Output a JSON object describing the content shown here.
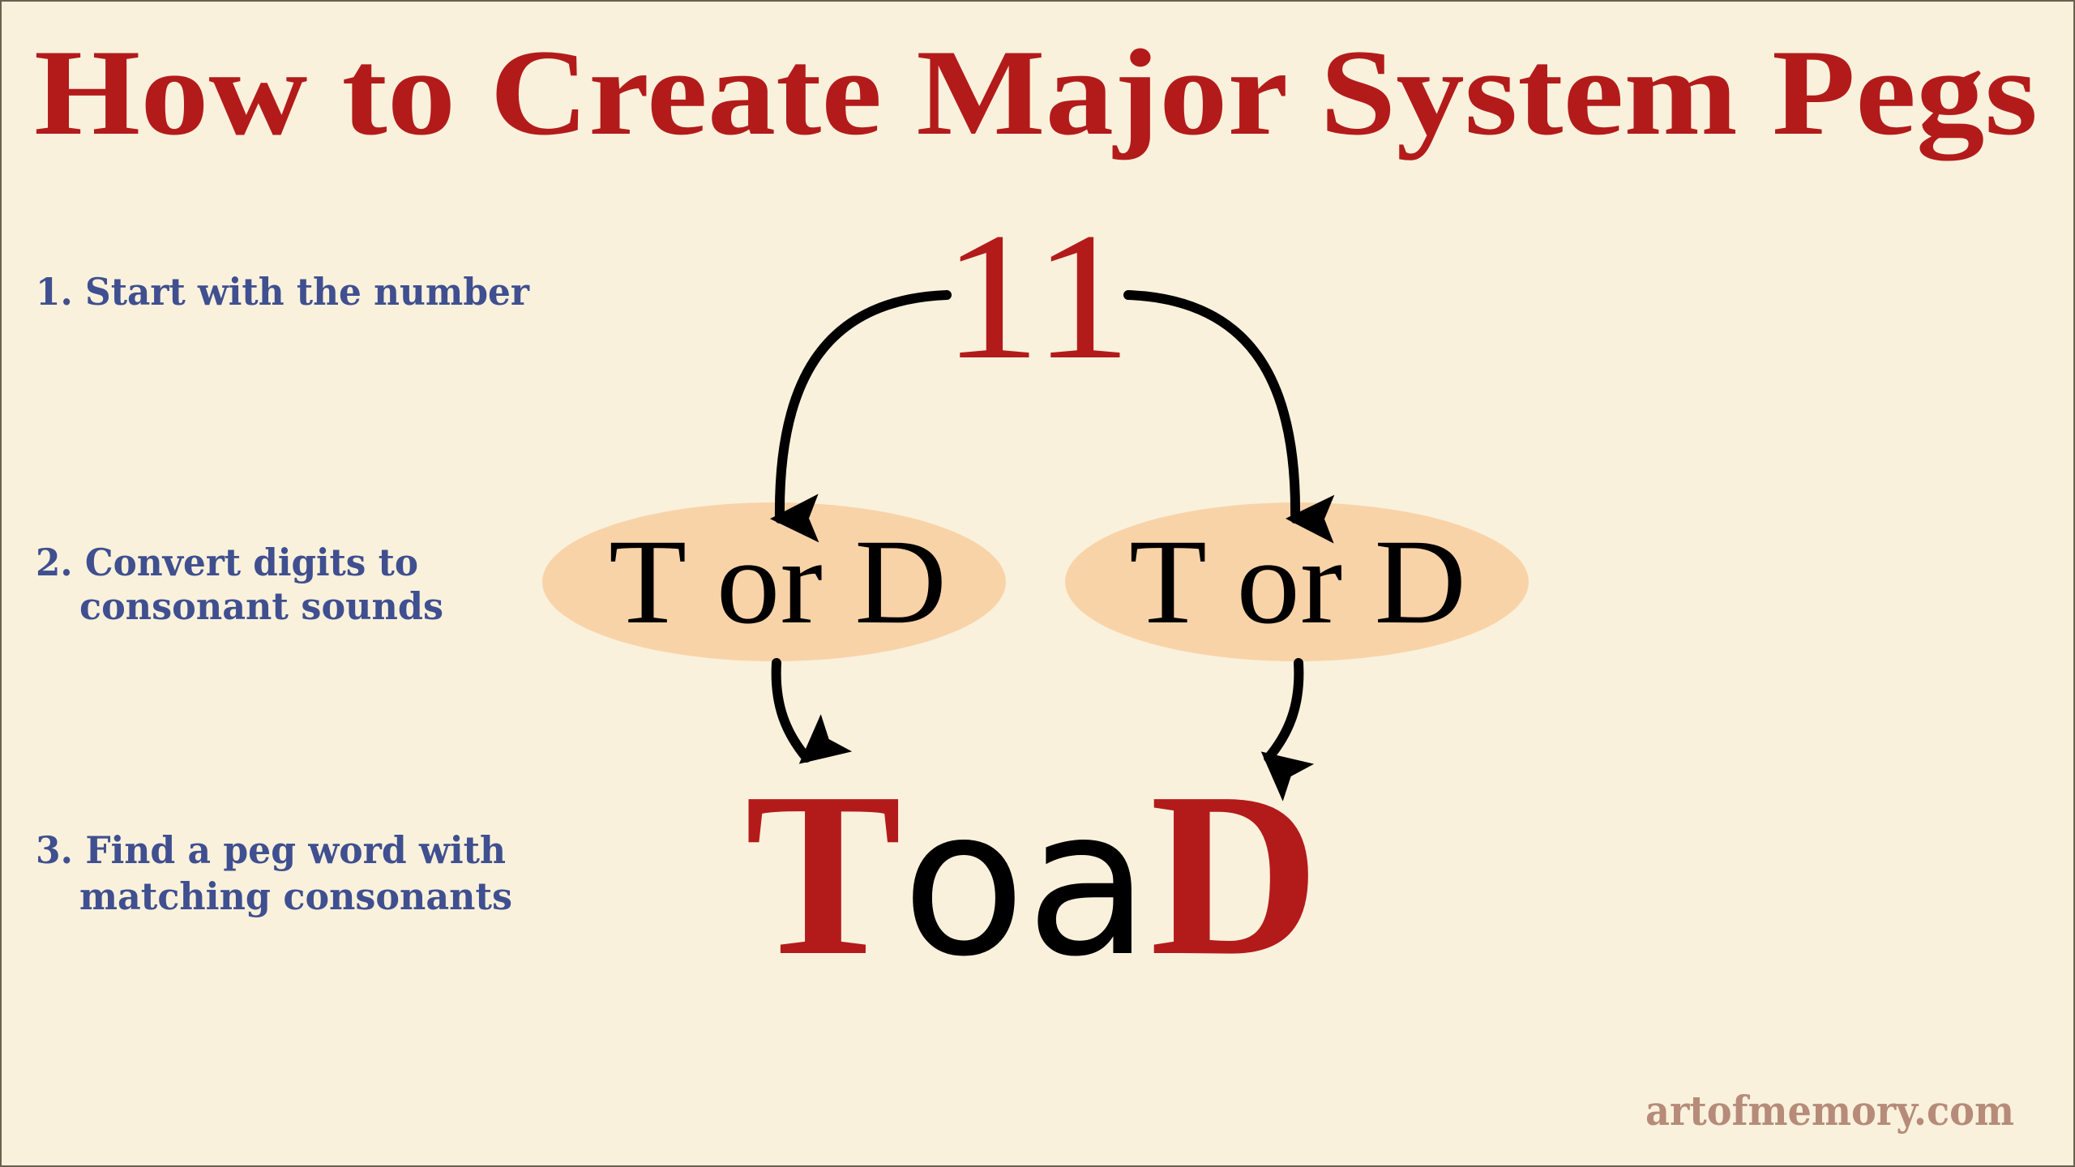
{
  "title": "How to Create Major System Pegs",
  "steps": {
    "step1": "1. Start with the number",
    "step2_line1": "2. Convert digits to",
    "step2_line2": "consonant sounds",
    "step3_line1": "3. Find a peg word with",
    "step3_line2": "matching consonants"
  },
  "number": "11",
  "sounds": {
    "left": "T or D",
    "right": "T or D"
  },
  "peg_word": {
    "first": "T",
    "middle": "oa",
    "last": "D"
  },
  "footer": "artofmemory.com",
  "colors": {
    "background": "#f9f1dc",
    "title": "#b31b1b",
    "steps": "#3f4f8f",
    "ellipse": "#f9d3a8",
    "footer": "#b68b79"
  }
}
